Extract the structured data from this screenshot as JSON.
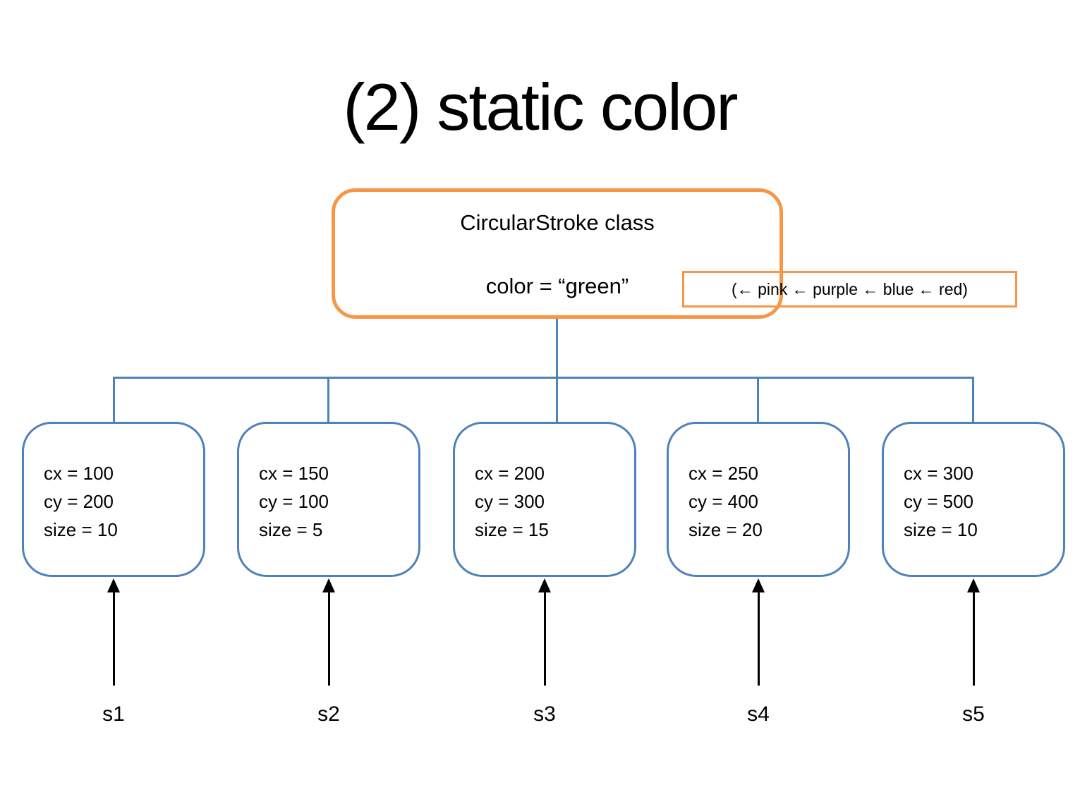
{
  "title": "(2) static color",
  "parent_box": {
    "class_name": "CircularStroke class",
    "attribute": "color = “green”"
  },
  "annotation": {
    "text": "(← pink ← purple ← blue ← red)"
  },
  "colors": {
    "accent_orange": "#F79646",
    "accent_blue": "#4F81BD",
    "arrow_black": "#000000"
  },
  "children": [
    {
      "cx": "cx = 100",
      "cy": "cy = 200",
      "size": "size = 10",
      "label": "s1"
    },
    {
      "cx": "cx = 150",
      "cy": "cy = 100",
      "size": "size = 5",
      "label": "s2"
    },
    {
      "cx": "cx = 200",
      "cy": "cy = 300",
      "size": "size = 15",
      "label": "s3"
    },
    {
      "cx": "cx = 250",
      "cy": "cy = 400",
      "size": "size = 20",
      "label": "s4"
    },
    {
      "cx": "cx = 300",
      "cy": "cy = 500",
      "size": "size = 10",
      "label": "s5"
    }
  ]
}
